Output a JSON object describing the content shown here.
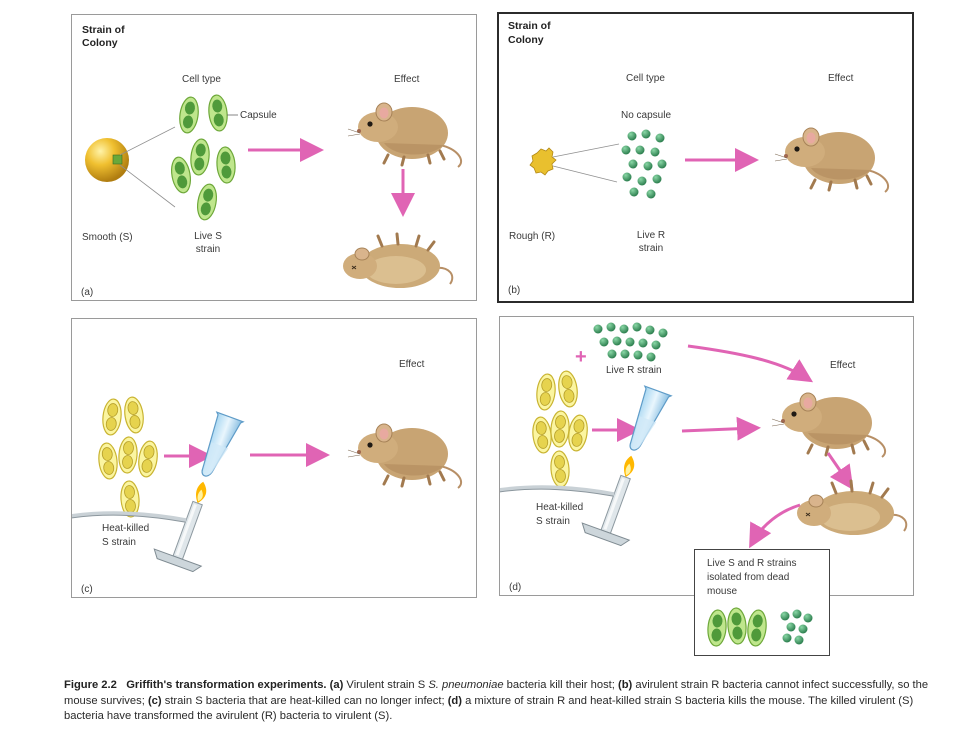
{
  "colors": {
    "arrow": "#e064b4",
    "capsule_cell": "#8ccf4a",
    "heat_killed_cell": "#f3ea6a",
    "r_cell": "#3f9a64",
    "mouse_fur": "#c8a473",
    "colony_smooth": "#f0c030",
    "colony_rough": "#e9c02e",
    "flame": "#ffb800"
  },
  "panel_a": {
    "heading_line1": "Strain of",
    "heading_line2": "Colony",
    "cell_type_label": "Cell type",
    "effect_label": "Effect",
    "capsule_label": "Capsule",
    "colony_label": "Smooth (S)",
    "strain_line1": "Live S",
    "strain_line2": "strain",
    "letter": "(a)"
  },
  "panel_b": {
    "heading_line1": "Strain of",
    "heading_line2": "Colony",
    "cell_type_label": "Cell type",
    "effect_label": "Effect",
    "capsule_label": "No capsule",
    "colony_label": "Rough (R)",
    "strain_line1": "Live R",
    "strain_line2": "strain",
    "letter": "(b)"
  },
  "panel_c": {
    "effect_label": "Effect",
    "strain_line1": "Heat-killed",
    "strain_line2": "S strain",
    "letter": "(c)"
  },
  "panel_d": {
    "effect_label": "Effect",
    "plus": "+",
    "live_r_label": "Live R strain",
    "strain_line1": "Heat-killed",
    "strain_line2": "S strain",
    "letter": "(d)",
    "isolated_line1": "Live S and R strains",
    "isolated_line2": "isolated from dead",
    "isolated_line3": "mouse"
  },
  "caption": {
    "figure_label": "Figure 2.2",
    "title": "Griffith's transformation experiments.",
    "a_label": "(a)",
    "a_text_1": " Virulent strain S ",
    "a_species": "S. pneumoniae",
    "a_text_2": " bacteria kill their host; ",
    "b_label": "(b)",
    "b_text": " avirulent strain R bacteria cannot infect successfully, so the mouse survives; ",
    "c_label": "(c)",
    "c_text": " strain S bacteria that are heat-killed can no longer infect; ",
    "d_label": "(d)",
    "d_text": " a mixture of strain R and heat-killed strain S bacteria kills the mouse. The killed virulent (S) bacteria have transformed the avirulent (R) bacteria to virulent (S)."
  }
}
